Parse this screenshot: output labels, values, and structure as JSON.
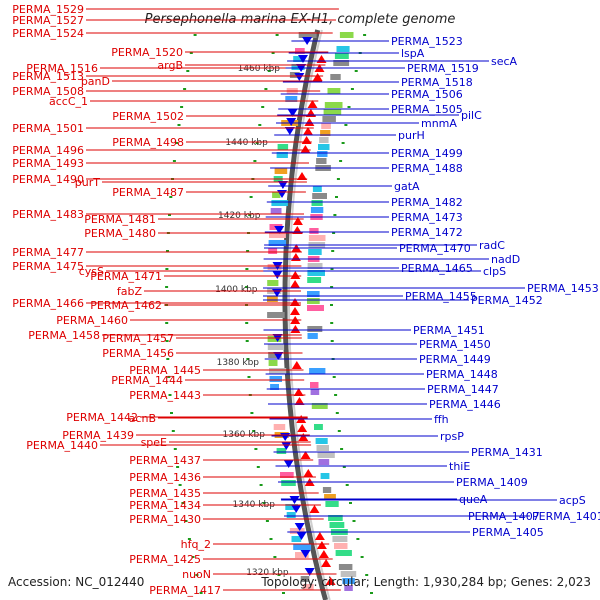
{
  "title": "Persephonella marina EX-H1, complete genome",
  "footer": {
    "accession": "Accession: NC_012440",
    "topology": "Topology: circular; Length: 1,930,284 bp; Genes: 2,023"
  },
  "colors": {
    "left_label": "#dd0000",
    "right_label": "#0000cc",
    "backbone": "#7f7f7f",
    "tick": "#1a9a1a",
    "fwd_arrow": "#ff0000",
    "rev_arrow": "#0000ee"
  },
  "kbp_ticks": [
    "1460 kbp",
    "1440 kbp",
    "1420 kbp",
    "1400 kbp",
    "1380 kbp",
    "1360 kbp",
    "1340 kbp",
    "1320 kbp"
  ],
  "left_labels": [
    "PERMA_1529",
    "PERMA_1527",
    "PERMA_1524",
    "PERMA_1520",
    "argB",
    "PERMA_1516",
    "panD",
    "PERMA_1513",
    "PERMA_1508",
    "accC_1",
    "PERMA_1502",
    "PERMA_1501",
    "PERMA_1498",
    "PERMA_1496",
    "PERMA_1493",
    "PERMA_1490",
    "purT",
    "PERMA_1487",
    "PERMA_1483",
    "PERMA_1481",
    "PERMA_1480",
    "PERMA_1477",
    "PERMA_1475",
    "cysS",
    "PERMA_1471",
    "fabZ",
    "PERMA_1466",
    "PERMA_1462",
    "PERMA_1460",
    "PERMA_1458",
    "PERMA_1457",
    "PERMA_1456",
    "PERMA_1445",
    "PERMA_1444",
    "PERMA_1443",
    "PERMA_1442",
    "acnB",
    "PERMA_1439",
    "PERMA_1440",
    "speE",
    "PERMA_1437",
    "PERMA_1436",
    "PERMA_1435",
    "PERMA_1434",
    "PERMA_1430",
    "hfq_2",
    "PERMA_1425",
    "nuoN",
    "PERMA_1417"
  ],
  "right_labels": [
    "PERMA_1523",
    "lspA",
    "PERMA_1519",
    "secA",
    "PERMA_1518",
    "PERMA_1506",
    "PERMA_1505",
    "pilC",
    "mnmA",
    "purH",
    "PERMA_1499",
    "PERMA_1488",
    "gatA",
    "PERMA_1482",
    "PERMA_1473",
    "PERMA_1472",
    "PERMA_1470",
    "radC",
    "nadD",
    "PERMA_1465",
    "clpS",
    "PERMA_1455",
    "PERMA_1453",
    "PERMA_1452",
    "PERMA_1451",
    "PERMA_1450",
    "PERMA_1449",
    "PERMA_1448",
    "PERMA_1447",
    "PERMA_1446",
    "ffh",
    "rpsP",
    "PERMA_1431",
    "thiE",
    "PERMA_1409",
    "queA",
    "acpS",
    "PERMA_1407",
    "PERMA_1401",
    "PERMA_1405"
  ]
}
